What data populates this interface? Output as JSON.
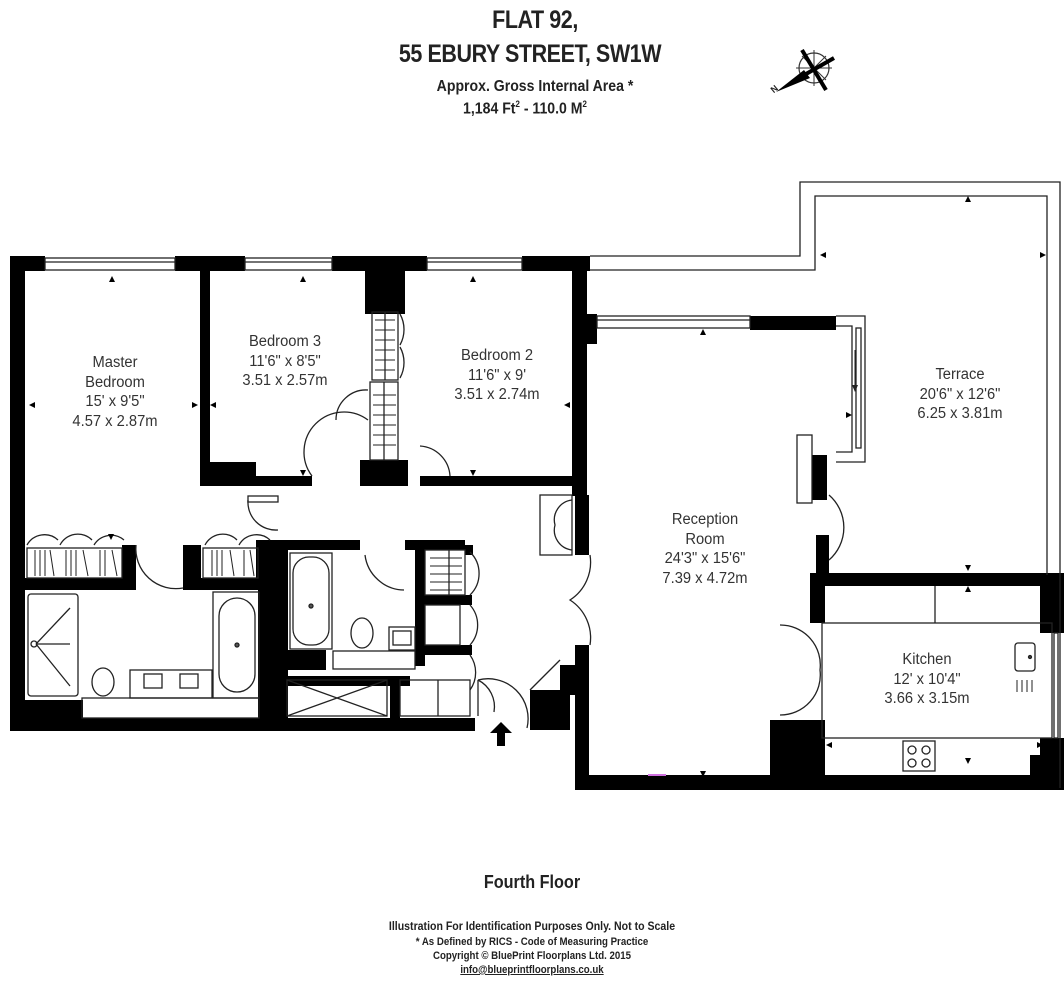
{
  "header": {
    "title_line1": "FLAT 92,",
    "title_line2": "55 EBURY STREET, SW1W",
    "area_label": "Approx. Gross Internal Area *",
    "area_sqft": "1,184 Ft",
    "area_sep": " - ",
    "area_sqm": "110.0 M",
    "area_sup": "2"
  },
  "compass": {
    "icon": "compass-rose-icon",
    "north_label": "N"
  },
  "rooms": [
    {
      "name_line1": "Master",
      "name_line2": "Bedroom",
      "imperial": "15' x 9'5\"",
      "metric": "4.57 x 2.87m"
    },
    {
      "name_line1": "Bedroom 3",
      "imperial": "11'6\" x 8'5\"",
      "metric": "3.51 x 2.57m"
    },
    {
      "name_line1": "Bedroom 2",
      "imperial": "11'6\" x 9'",
      "metric": "3.51 x 2.74m"
    },
    {
      "name_line1": "Reception",
      "name_line2": "Room",
      "imperial": "24'3\" x 15'6\"",
      "metric": "7.39 x 4.72m"
    },
    {
      "name_line1": "Terrace",
      "imperial": "20'6\" x 12'6\"",
      "metric": "6.25 x 3.81m"
    },
    {
      "name_line1": "Kitchen",
      "imperial": "12' x 10'4\"",
      "metric": "3.66 x 3.15m"
    }
  ],
  "floor_label": "Fourth Floor",
  "footer": {
    "disclaimer": "Illustration For Identification Purposes Only. Not to Scale",
    "rics_note": "* As Defined by RICS - Code of Measuring Practice",
    "copyright": "Copyright © BluePrint Floorplans Ltd. 2015",
    "email": "info@blueprintfloorplans.co.uk"
  },
  "colors": {
    "wall": "#000000",
    "line": "#333333",
    "background": "#ffffff",
    "accent_mark": "#d070e0"
  }
}
